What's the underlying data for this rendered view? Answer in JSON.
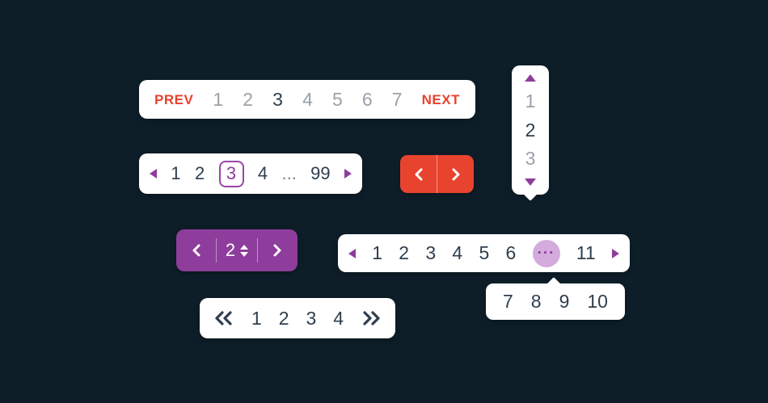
{
  "colors": {
    "background": "#0e1e29",
    "surface": "#ffffff",
    "text_dark": "#2f3e4d",
    "text_muted": "#9ba1a9",
    "accent_red": "#e8432f",
    "accent_purple": "#8e3d9c",
    "purple_light": "#d4abdd"
  },
  "top_pager": {
    "prev_label": "PREV",
    "next_label": "NEXT",
    "pages": [
      "1",
      "2",
      "3",
      "4",
      "5",
      "6",
      "7"
    ],
    "current_page": "3"
  },
  "boxed_pager": {
    "pages": [
      "1",
      "2",
      "3",
      "4"
    ],
    "ellipsis": "...",
    "last_page": "99",
    "current_page": "3"
  },
  "red_nav": {
    "prev_icon": "chevron-left",
    "next_icon": "chevron-right"
  },
  "vertical_pager": {
    "pages": [
      "1",
      "2",
      "3"
    ],
    "current_page": "2"
  },
  "stepper": {
    "value": "2"
  },
  "ellipsis_pager": {
    "pages": [
      "1",
      "2",
      "3",
      "4",
      "5",
      "6"
    ],
    "ellipsis": "...",
    "last_page": "11"
  },
  "popup": {
    "pages": [
      "7",
      "8",
      "9",
      "10"
    ]
  },
  "double_chevron_pager": {
    "pages": [
      "1",
      "2",
      "3",
      "4"
    ]
  }
}
